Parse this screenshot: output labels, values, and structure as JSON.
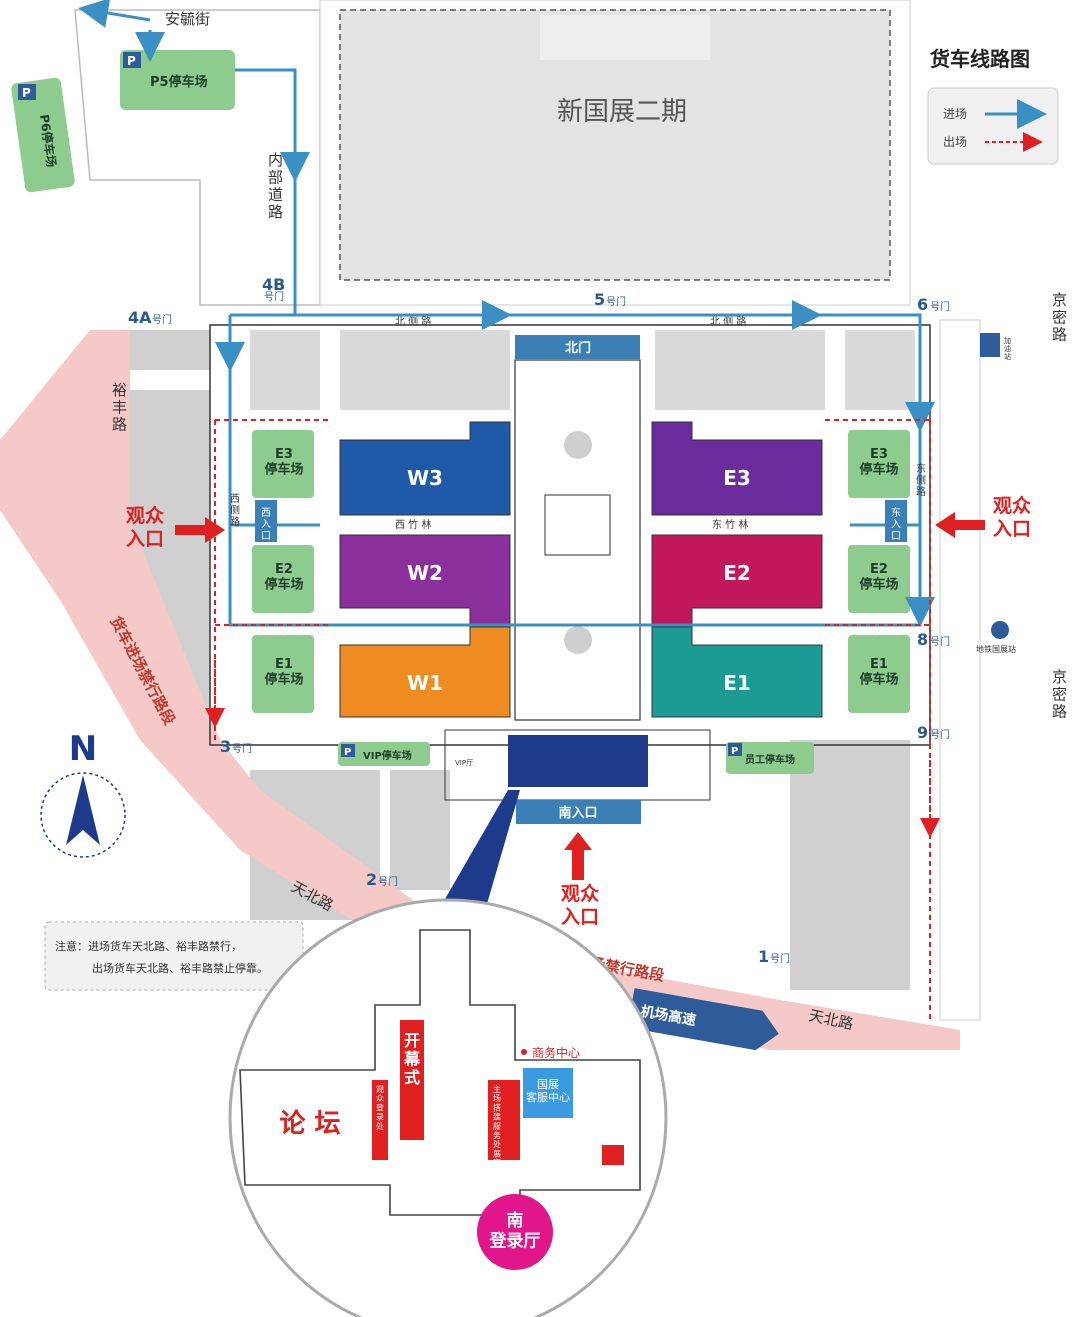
{
  "colors": {
    "w3": "#1f5aa8",
    "w2": "#8a2f9c",
    "w1": "#ee8c22",
    "e3": "#6a2b9c",
    "e2": "#c2185b",
    "e1": "#1b9b94",
    "parking": "#8ecb8e",
    "route_blue": "#3a8fc4",
    "route_red": "#e02020",
    "road_pink": "#f6c9c9",
    "building_gray": "#d4d4d4",
    "navy": "#1e3a8a",
    "badge_pink": "#e0168a",
    "banner_red": "#e02020",
    "service_blue": "#3b9be0"
  },
  "building": {
    "name": "新国展二期"
  },
  "legend": {
    "title": "货车线路图",
    "in_label": "进场",
    "out_label": "出场"
  },
  "halls": {
    "w3": "W3",
    "w2": "W2",
    "w1": "W1",
    "e3": "E3",
    "e2": "E2",
    "e1": "E1"
  },
  "parking": {
    "p5": "P5停车场",
    "p6": "P6停车场",
    "w_e3": "E3\n停车场",
    "w_e2": "E2\n停车场",
    "w_e1": "E1\n停车场",
    "e_e3": "E3\n停车场",
    "e_e2": "E2\n停车场",
    "e_e1": "E1\n停车场",
    "vip": "VIP停车场",
    "staff": "员工停车场"
  },
  "gates": {
    "g1": "1",
    "g2": "2",
    "g3": "3",
    "g4a": "4A",
    "g4b": "4B",
    "g5": "5",
    "g6": "6",
    "g8": "8",
    "g9": "9",
    "suffix": "号门"
  },
  "roads": {
    "anfu": "安毓街",
    "neibu": "内部道路",
    "beice": "北 侧 路",
    "xice": "西侧路",
    "dongce": "东侧路",
    "yufeng": "裕丰路",
    "jingmi1": "京密路",
    "jingmi2": "京密路",
    "tianbei1": "天北路",
    "tianbei2": "天北路",
    "truck_ban_w": "货车进场禁行路段",
    "truck_ban_s": "货车进场禁行路段",
    "airport": "机场高速",
    "xizhulin": "西 竹 林",
    "dongzhulin": "东 竹 林"
  },
  "gates_main": {
    "north": "北门",
    "south": "南入口",
    "west": "西入口",
    "east": "东入口"
  },
  "entries": {
    "left": "观众\n入口",
    "right": "观众\n入口",
    "bottom": "观众\n入口"
  },
  "facilities": {
    "gas": "加油站",
    "metro": "地铁国展站",
    "vip_hall": "VIP厅"
  },
  "note": {
    "line1": "注意：进场货车天北路、裕丰路禁行，",
    "line2": "出场货车天北路、裕丰路禁止停靠。"
  },
  "inset": {
    "forum": "论 坛",
    "opening": "开幕式",
    "biz": "商务中心",
    "service": "国展\n客服中心",
    "desk_left": "观众登录处",
    "desk_right": "主场搭建服务处 展商报到处",
    "badge": "南\n登录厅",
    "stalls": "□"
  },
  "north": {
    "letter": "N"
  }
}
